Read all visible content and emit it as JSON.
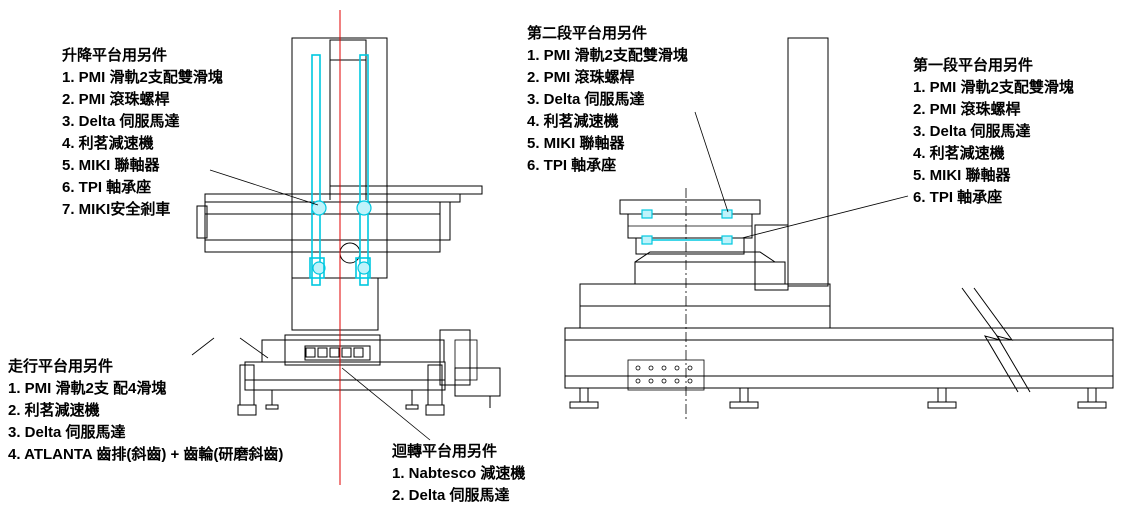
{
  "lift_parts": {
    "title": "升降平台用另件",
    "items": [
      "1. PMI 滑軌2支配雙滑塊",
      "2. PMI 滾珠螺桿",
      "3. Delta 伺服馬達",
      "4. 利茗減速機",
      "5. MIKI 聯軸器",
      "6. TPI 軸承座",
      "7. MIKI安全剎車"
    ]
  },
  "travel_parts": {
    "title": "走行平台用另件",
    "items": [
      "1. PMI 滑軌2支 配4滑塊",
      "2. 利茗減速機",
      "3. Delta 伺服馬達",
      "4. ATLANTA 齒排(斜齒) + 齒輪(研磨斜齒)"
    ]
  },
  "rotary_parts": {
    "title": "迴轉平台用另件",
    "items": [
      "1. Nabtesco 減速機",
      "2. Delta 伺服馬達"
    ]
  },
  "stage2_parts": {
    "title": "第二段平台用另件",
    "items": [
      "1. PMI 滑軌2支配雙滑塊",
      "2. PMI 滾珠螺桿",
      "3. Delta 伺服馬達",
      "4. 利茗減速機",
      "5. MIKI 聯軸器",
      "6. TPI 軸承座"
    ]
  },
  "stage1_parts": {
    "title": "第一段平台用另件",
    "items": [
      "1. PMI 滑軌2支配雙滑塊",
      "2. PMI 滾珠螺桿",
      "3. Delta 伺服馬達",
      "4. 利茗減速機",
      "5. MIKI 聯軸器",
      "6. TPI 軸承座"
    ]
  },
  "colors": {
    "line": "#000000",
    "highlight": "#00c8e0",
    "centerline": "#e00000"
  }
}
